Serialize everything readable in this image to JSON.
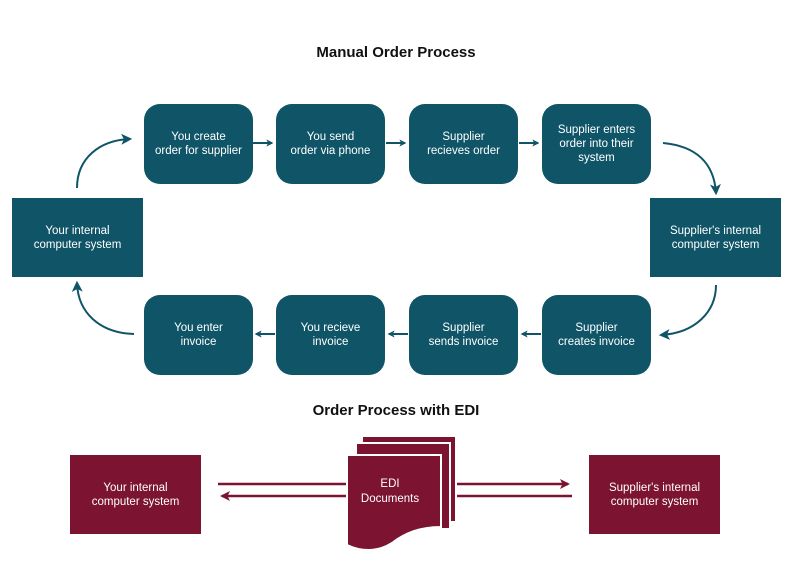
{
  "manual": {
    "title": "Manual Order Process",
    "top_steps": [
      "You create\norder for supplier",
      "You send\norder via phone",
      "Supplier\nrecieves order",
      "Supplier enters\norder into their\nsystem"
    ],
    "bottom_steps": [
      "You enter\ninvoice",
      "You recieve\ninvoice",
      "Supplier\nsends invoice",
      "Supplier\ncreates invoice"
    ],
    "your_system": "Your internal\ncomputer system",
    "supplier_system": "Supplier's internal\ncomputer system"
  },
  "edi": {
    "title": "Order Process with EDI",
    "your_system": "Your internal\ncomputer system",
    "documents": "EDI\nDocuments",
    "supplier_system": "Supplier's internal\ncomputer system"
  },
  "colors": {
    "teal": "#0f5467",
    "maroon": "#7b1331",
    "text": "#111111"
  }
}
